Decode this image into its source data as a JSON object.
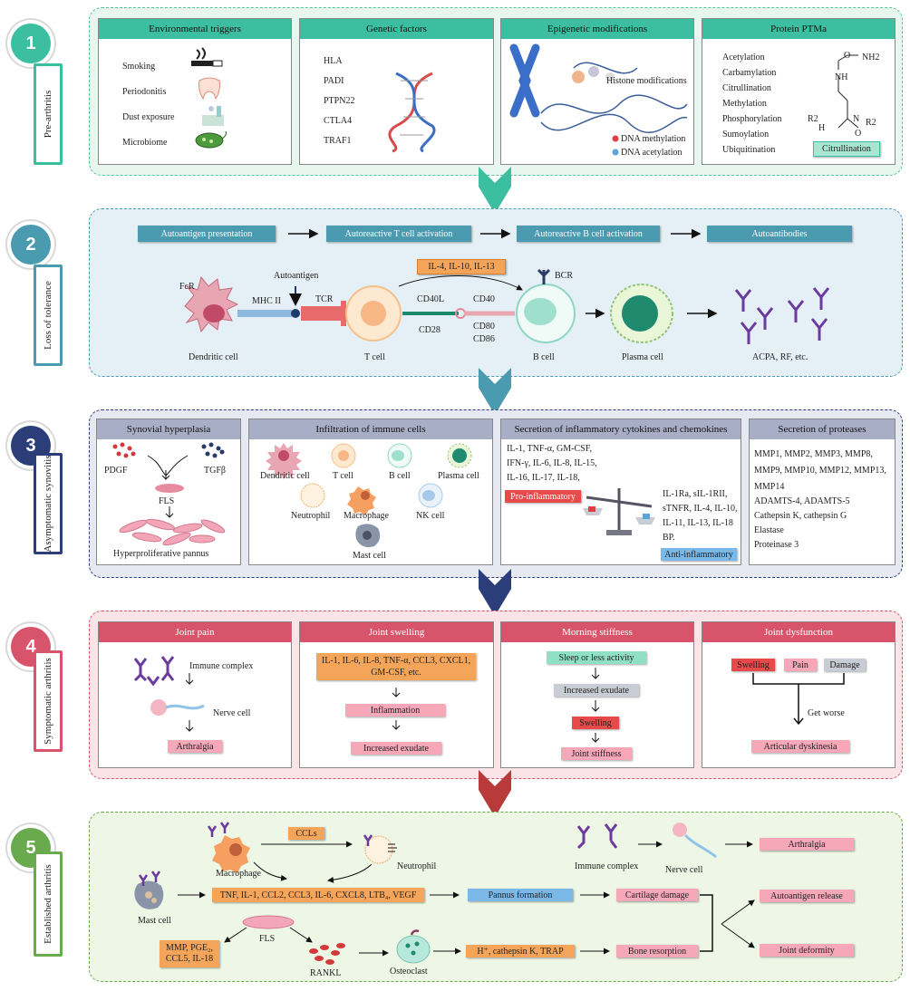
{
  "stages": [
    {
      "num": "1",
      "label": "Pre-arthritis",
      "color": "#3bbfa0"
    },
    {
      "num": "2",
      "label": "Loss of tolerance",
      "color": "#4a9ab0"
    },
    {
      "num": "3",
      "label": "Asymptomatic synovitis",
      "color": "#2c3e7a"
    },
    {
      "num": "4",
      "label": "Symptomatic arthritis",
      "color": "#d8546a"
    },
    {
      "num": "5",
      "label": "Established arthritis",
      "color": "#6aaa4e"
    }
  ],
  "s1": {
    "env": {
      "title": "Environmental triggers",
      "items": [
        "Smoking",
        "Periodonitis",
        "Dust exposure",
        "Microbiome"
      ]
    },
    "gen": {
      "title": "Genetic factors",
      "items": [
        "HLA",
        "PADI",
        "PTPN22",
        "CTLA4",
        "TRAF1"
      ]
    },
    "epi": {
      "title": "Epigenetic modifications",
      "histone": "Histone modifications",
      "dna_meth": "DNA methylation",
      "dna_acet": "DNA acetylation"
    },
    "ptm": {
      "title": "Protein PTMa",
      "items": [
        "Acetylation",
        "Carbamylation",
        "Citrullination",
        "Methylation",
        "Phosphorylation",
        "Sumoylation",
        "Ubiquitination"
      ],
      "tag": "Citrullination",
      "nh2": "NH2",
      "nh": "NH",
      "r2a": "R2",
      "r2b": "R2",
      "h": "H",
      "o": "O",
      "n": "N",
      "o2": "O",
      "nh3": "N"
    }
  },
  "s2": {
    "flow": [
      "Autoantigen presentation",
      "Autoreactive T cell activation",
      "Autoreactive B cell activation",
      "Autoantibodies"
    ],
    "cytokines": "IL-4, IL-10, IL-13",
    "autoantigen": "Autoantigen",
    "fcr": "FcR",
    "mhc": "MHC II",
    "tcr": "TCR",
    "cd40l": "CD40L",
    "cd28": "CD28",
    "cd40": "CD40",
    "cd80": "CD80",
    "cd86": "CD86",
    "bcr": "BCR",
    "dc": "Dendritic cell",
    "tcell": "T cell",
    "bcell": "B cell",
    "plasma": "Plasma cell",
    "abs": "ACPA, RF, etc."
  },
  "s3": {
    "syn": {
      "title": "Synovial hyperplasia",
      "pdgf": "PDGF",
      "tgf": "TGFβ",
      "fls": "FLS",
      "pannus": "Hyperproliferative pannus"
    },
    "inf": {
      "title": "Infiltration of immune cells",
      "cells": [
        "Dendritic cell",
        "T cell",
        "B cell",
        "Plasma cell",
        "Neutrophil",
        "Macrophage",
        "NK cell",
        "Mast cell"
      ]
    },
    "sec": {
      "title": "Secretion of inflammatory cytokines and chemokines",
      "pro_text": [
        "IL-1, TNF-α, GM-CSF,",
        "IFN-γ, IL-6, IL-8, IL-15,",
        "IL-16, IL-17, IL-18,"
      ],
      "pro": "Pro-inflammatory",
      "anti_text": [
        "IL-1Ra, sIL-1RII,",
        "sTNFR, IL-4, IL-10,",
        "IL-11, IL-13, IL-18",
        "BP."
      ],
      "anti": "Anti-inflammatory"
    },
    "prot": {
      "title": "Secretion of proteases",
      "lines": [
        "MMP1, MMP2, MMP3, MMP8,",
        "MMP9, MMP10, MMP12, MMP13,",
        "MMP14",
        "ADAMTS-4, ADAMTS-5",
        "Cathepsin K, cathepsin G",
        "Elastase",
        "Proteinase 3"
      ]
    }
  },
  "s4": {
    "pain": {
      "title": "Joint pain",
      "immune": "Immune complex",
      "nerve": "Nerve cell",
      "out": "Arthralgia"
    },
    "swell": {
      "title": "Joint swelling",
      "cyto": "IL-1, IL-6, IL-8, TNF-α, CCL3, CXCL1, GM-CSF, etc.",
      "infl": "Inflammation",
      "exu": "Increased exudate"
    },
    "morn": {
      "title": "Morning stiffness",
      "b1": "Sleep or less activity",
      "b2": "Increased exudate",
      "b3": "Swelling",
      "b4": "Joint stiffness"
    },
    "dys": {
      "title": "Joint dysfunction",
      "sw": "Swelling",
      "pain": "Pain",
      "dmg": "Damage",
      "worse": "Get worse",
      "out": "Articular dyskinesia"
    }
  },
  "s5": {
    "macro": "Macrophage",
    "ccls": "CCLs",
    "neut": "Neutrophil",
    "mast": "Mast cell",
    "fls": "FLS",
    "rankl": "RANKL",
    "osteo": "Osteoclast",
    "cyto": "TNF, IL-1, CCL2, CCL3, IL-6, CXCL8, LTB₄, VEGF",
    "mmp": "MMP, PGE₂, CCL5, IL-18",
    "pannus": "Pannus formation",
    "cart": "Cartilage damage",
    "h": "H⁺, cathepsin K, TRAP",
    "bone": "Bone resorption",
    "immune": "Immune complex",
    "nerve": "Nerve cell",
    "arth": "Arthralgia",
    "auto": "Autoantigen release",
    "deform": "Joint deformity"
  }
}
